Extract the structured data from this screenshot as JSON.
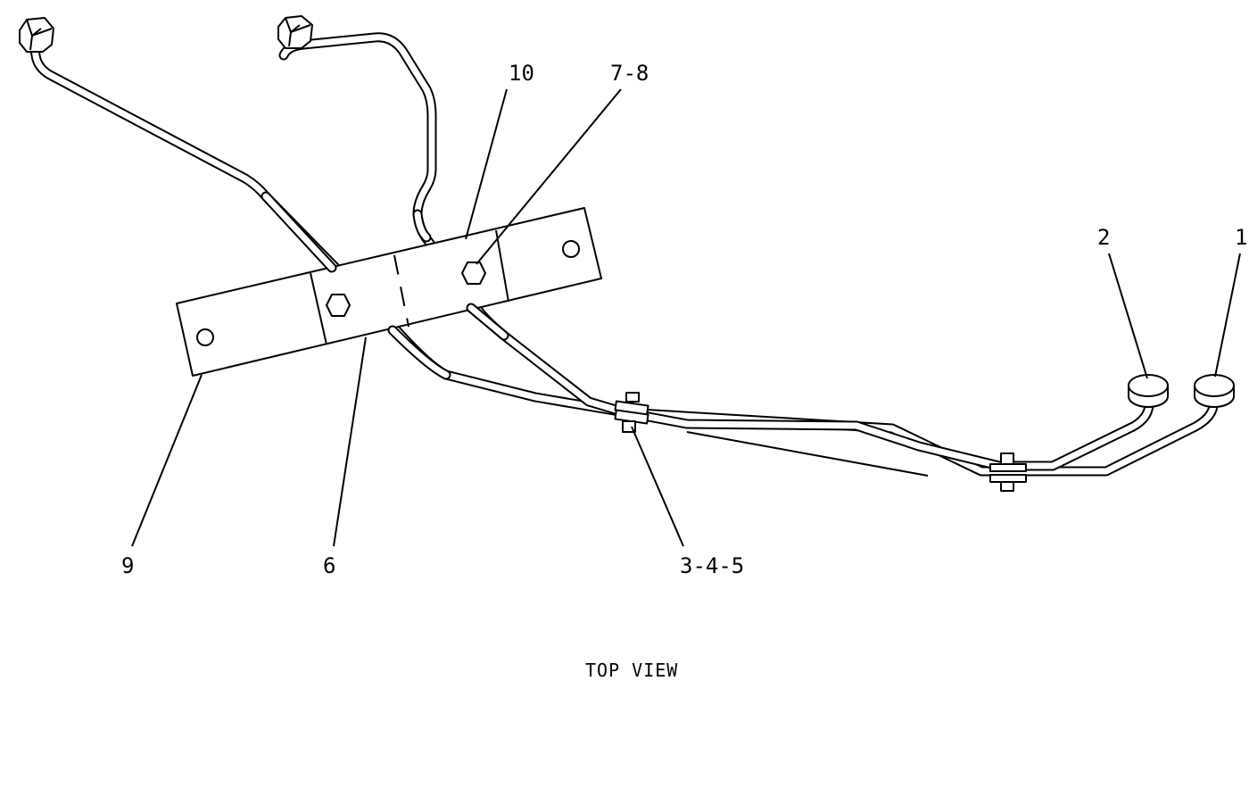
{
  "view_title": "TOP VIEW",
  "callouts": {
    "c1": "1",
    "c2": "2",
    "c345": "3-4-5",
    "c6": "6",
    "c78": "7-8",
    "c9": "9",
    "c10": "10"
  }
}
